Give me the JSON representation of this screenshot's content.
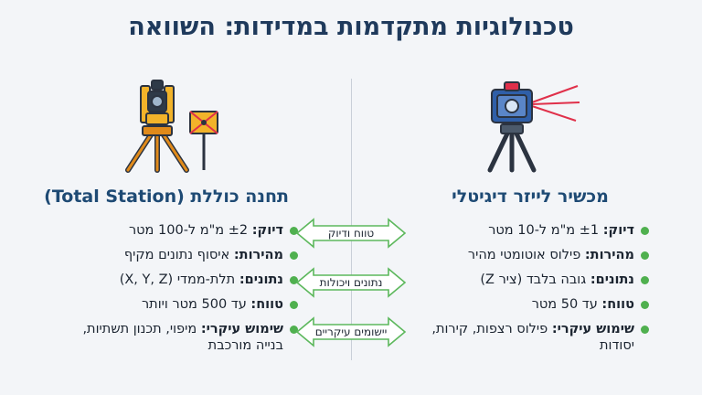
{
  "title": "טכנולוגיות מתקדמות במדידות: השוואה",
  "left": {
    "heading": "תחנה כוללת (Total Station)",
    "items": [
      {
        "key": "דיוק:",
        "text": " ±2 מ\"מ ל-100 מטר"
      },
      {
        "key": "מהירות:",
        "text": " איסוף נתונים מקיף"
      },
      {
        "key": "נתונים:",
        "text": " תלת-ממדי (X, Y, Z)"
      },
      {
        "key": "טווח:",
        "text": " עד 500 מטר ויותר"
      },
      {
        "key": "שימוש עיקרי:",
        "text": " מיפוי, תכנון תשתיות, בנייה מורכבת"
      }
    ]
  },
  "right": {
    "heading": "מכשיר לייזר דיגיטלי",
    "items": [
      {
        "key": "דיוק:",
        "text": " ±1 מ\"מ ל-10 מטר"
      },
      {
        "key": "מהירות:",
        "text": " פילוס אוטומטי מהיר"
      },
      {
        "key": "נתונים:",
        "text": " גובה בלבד (ציר Z)"
      },
      {
        "key": "טווח:",
        "text": " עד 50 מטר"
      },
      {
        "key": "שימוש עיקרי:",
        "text": " פילוס רצפות, קירות, יסודות"
      }
    ]
  },
  "arrows": [
    "טווח ודיוק",
    "נתונים ויכולות",
    "יישומים עיקריים"
  ],
  "colors": {
    "title": "#1f3a5c",
    "heading": "#1e4a74",
    "bullet": "#4fb04f",
    "arrow_stroke": "#5db85d",
    "laser": "#e0304a"
  },
  "icons": {
    "left": "total-station-icon",
    "right": "laser-level-icon",
    "prism": "prism-target-icon"
  }
}
